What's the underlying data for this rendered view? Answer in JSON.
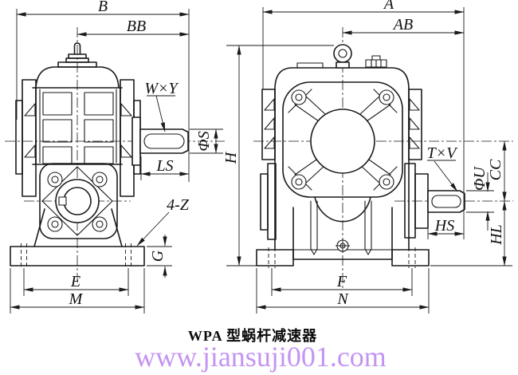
{
  "caption": "WPA 型蜗杆减速器",
  "watermark": {
    "text": "www.jiansuji001.com",
    "color": "#c494f2"
  },
  "colors": {
    "line": "#1a1a1a",
    "background": "#ffffff"
  },
  "front_view": {
    "name": "front view of worm gear reducer",
    "labels": {
      "b": "B",
      "bb": "BB",
      "wxy": "W×Y",
      "phi_s": "ΦS",
      "ls": "LS",
      "four_z": "4-Z",
      "g": "G",
      "e": "E",
      "m": "M"
    }
  },
  "side_view": {
    "name": "side view of worm gear reducer",
    "labels": {
      "a": "A",
      "ab": "AB",
      "h": "H",
      "txv": "T×V",
      "phi_u": "ΦU",
      "cc": "CC",
      "hs": "HS",
      "hl": "HL",
      "f": "F",
      "n": "N"
    }
  }
}
